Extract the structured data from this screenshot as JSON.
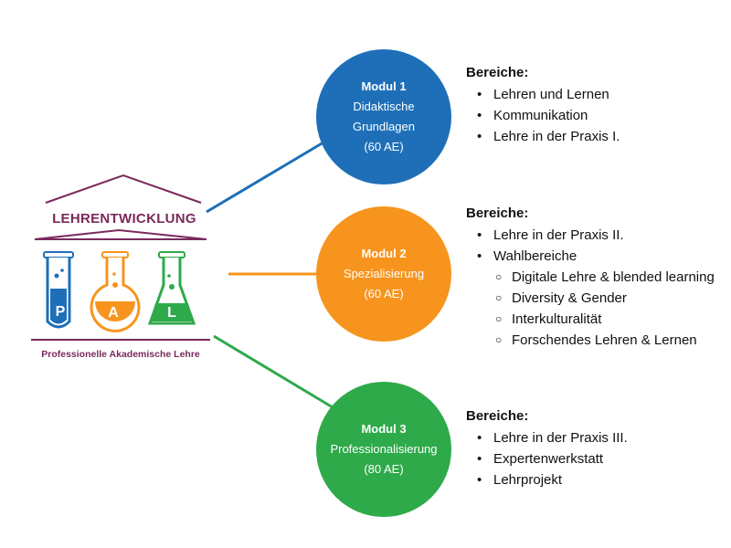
{
  "colors": {
    "modul1": "#1e6fb8",
    "modul2": "#f7941d",
    "modul3": "#2eaa4a",
    "logo": "#7a2a5c"
  },
  "logo": {
    "title": "LEHRENTWICKLUNG",
    "subtitle": "Professionelle Akademische Lehre",
    "letters": [
      "P",
      "A",
      "L"
    ]
  },
  "modules": [
    {
      "title": "Modul 1",
      "lines": [
        "Didaktische",
        "Grundlagen",
        "(60 AE)"
      ]
    },
    {
      "title": "Modul 2",
      "lines": [
        "Spezialisierung",
        "(60 AE)"
      ]
    },
    {
      "title": "Modul 3",
      "lines": [
        "Professionalisierung",
        "(80 AE)"
      ]
    }
  ],
  "areas": [
    {
      "heading": "Bereiche:",
      "items": [
        "Lehren und Lernen",
        "Kommunikation",
        "Lehre in der Praxis I."
      ]
    },
    {
      "heading": "Bereiche:",
      "items": [
        "Lehre in der Praxis II.",
        "Wahlbereiche"
      ],
      "subitems": [
        "Digitale Lehre & blended learning",
        "Diversity & Gender",
        "Interkulturalität",
        "Forschendes Lehren & Lernen"
      ]
    },
    {
      "heading": "Bereiche:",
      "items": [
        "Lehre in der Praxis III.",
        "Expertenwerkstatt",
        "Lehrprojekt"
      ]
    }
  ]
}
